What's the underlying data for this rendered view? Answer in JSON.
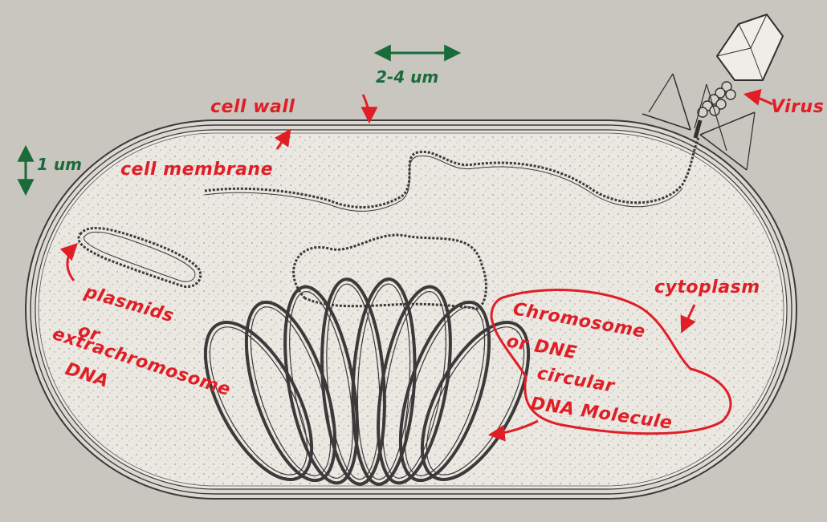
{
  "colors": {
    "paper": "#c9c6bf",
    "cytoplasm_fill": "#e9e5df",
    "ink": "#3a3a3a",
    "annotation_red": "#e01e26",
    "annotation_green": "#1b6b3a"
  },
  "labels": {
    "length_scale": "2-4 um",
    "width_scale": "1 um",
    "cell_wall": "cell wall",
    "cell_membrane": "cell membrane",
    "virus": "Virus",
    "cytoplasm": "cytoplasm",
    "plasmids": [
      "plasmids",
      "or",
      "extrachromosome",
      "DNA"
    ],
    "chromosome": [
      "Chromosome",
      "or DNE",
      "circular",
      "DNA Molecule"
    ]
  },
  "icons": {
    "length_scale": "double-arrow-horizontal-icon",
    "width_scale": "double-arrow-vertical-icon",
    "virus": "bacteriophage-icon"
  }
}
